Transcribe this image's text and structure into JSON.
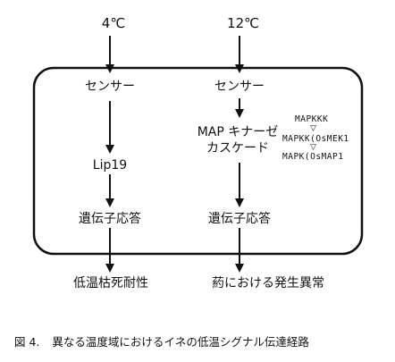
{
  "left_temp": "4℃",
  "right_temp": "12℃",
  "left_sensor": "センサー",
  "right_sensor": "センサー",
  "lip19": "Lip19",
  "map_cascade_line1": "MAP キナーゼ",
  "map_cascade_line2": "カスケード",
  "left_gene_response": "遺伝子応答",
  "right_gene_response": "遺伝子応答",
  "mapkkk": "MAPKKK",
  "mapkk": "MAPKK(OsMEK1",
  "mapk": "MAPK(OsMAP1",
  "triangle_symbol": "▽",
  "left_outcome": "低温枯死耐性",
  "right_outcome": "葯における発生異常",
  "caption_number": "図 4.",
  "caption_text": "異なる温度域におけるイネの低温シグナル伝達経路",
  "colors": {
    "line": "#111111",
    "background": "#ffffff"
  }
}
